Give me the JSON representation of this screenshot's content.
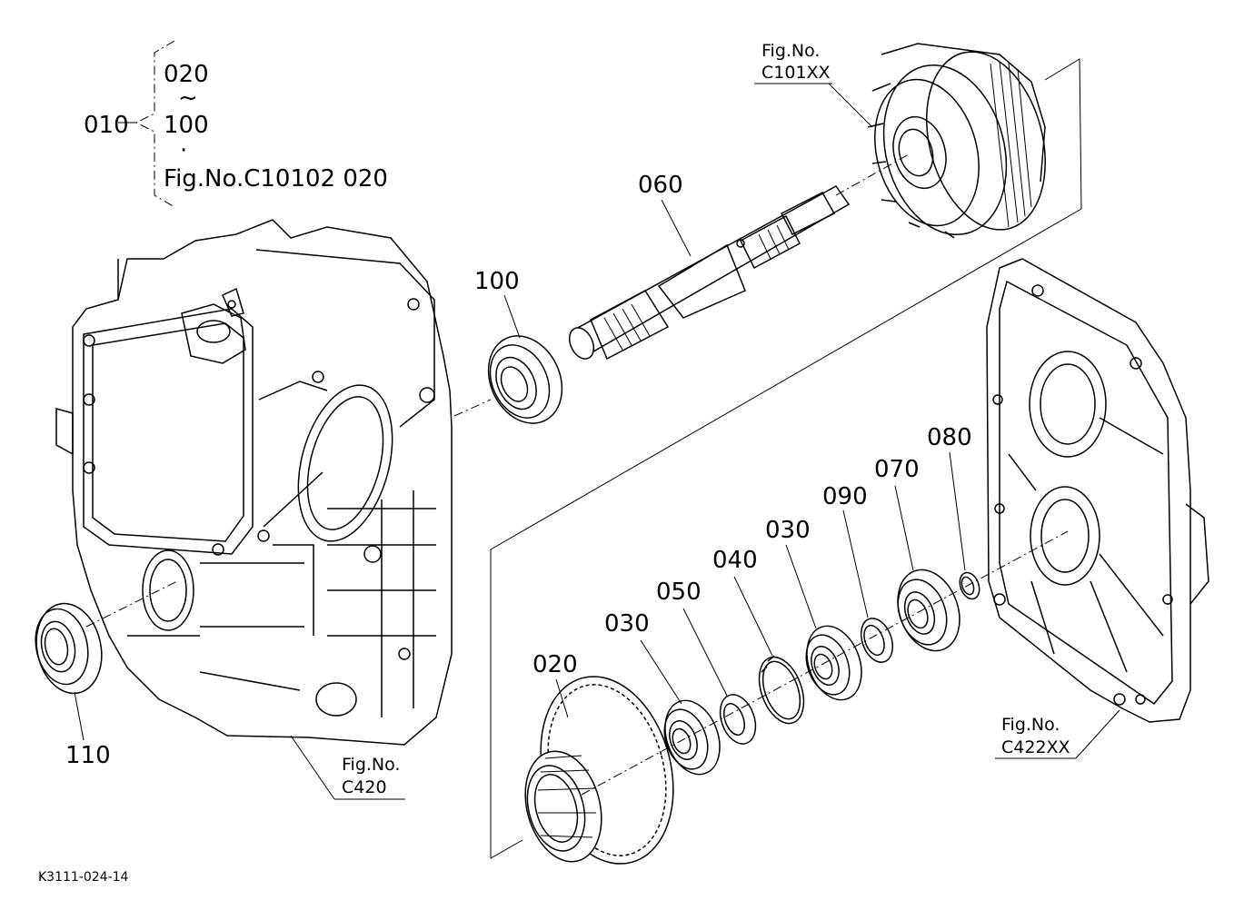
{
  "bracket": {
    "group": "010",
    "from": "020",
    "tilde": "~",
    "to": "100",
    "dot": "·",
    "ref": "Fig.No.C10102  020"
  },
  "parts": {
    "p020": "020",
    "p030a": "030",
    "p030b": "030",
    "p040": "040",
    "p050": "050",
    "p060": "060",
    "p070": "070",
    "p080": "080",
    "p090": "090",
    "p100": "100",
    "p110": "110"
  },
  "figrefs": {
    "clutch_fig": "Fig.No.",
    "clutch_code": "C101XX",
    "case_fig": "Fig.No.",
    "case_code": "C420",
    "cover_fig": "Fig.No.",
    "cover_code": "C422XX"
  },
  "drawing_code": "K3111-024-14"
}
